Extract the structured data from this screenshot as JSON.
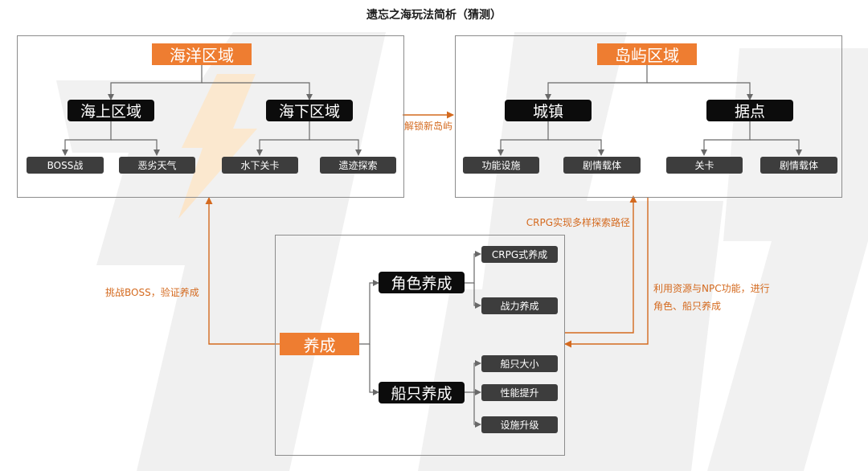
{
  "title": "遗忘之海玩法简析（猜测）",
  "colors": {
    "accent": "#ee7d31",
    "node_dark": "#0c0c0c",
    "leaf": "#3d3d3d",
    "connector": "#555555",
    "flow": "#d46a1f"
  },
  "ocean": {
    "root": "海洋区域",
    "children": [
      {
        "label": "海上区域",
        "leaves": [
          "BOSS战",
          "恶劣天气"
        ]
      },
      {
        "label": "海下区域",
        "leaves": [
          "水下关卡",
          "遗迹探索"
        ]
      }
    ]
  },
  "island": {
    "root": "岛屿区域",
    "children": [
      {
        "label": "城镇",
        "leaves": [
          "功能设施",
          "剧情载体"
        ]
      },
      {
        "label": "据点",
        "leaves": [
          "关卡",
          "剧情载体"
        ]
      }
    ]
  },
  "growth": {
    "root": "养成",
    "children": [
      {
        "label": "角色养成",
        "leaves": [
          "CRPG式养成",
          "战力养成"
        ]
      },
      {
        "label": "船只养成",
        "leaves": [
          "船只大小",
          "性能提升",
          "设施升级"
        ]
      }
    ]
  },
  "flows": {
    "unlock": "解锁新岛屿",
    "crpg_paths": "CRPG实现多样探索路径",
    "boss": "挑战BOSS，验证养成",
    "resources_line1": "利用资源与NPC功能，进行",
    "resources_line2": "角色、船只养成"
  }
}
